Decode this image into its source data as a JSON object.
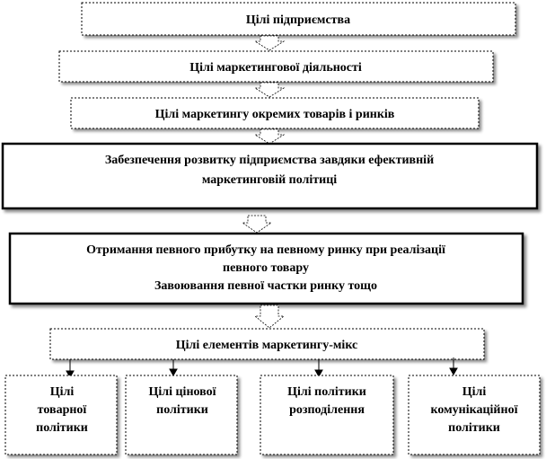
{
  "diagram": {
    "goal_enterprise": "Цілі  підприємства",
    "goal_marketing_activity": "Цілі  маркетингової діяльності",
    "goal_products_markets": "Цілі  маркетингу окремих товарів і ринків",
    "development": {
      "line1": "Забезпечення розвитку підприємства завдяки ефективній",
      "line2": "маркетинговій політиці"
    },
    "profit": {
      "line1": "Отримання певного прибутку на певному ринку при реалізації",
      "line2": "певного товару",
      "line3": "Завоювання певної частки ринку тощо"
    },
    "marketing_mix": "Цілі  елементів  маркетингу-мікс",
    "product_policy": {
      "line1": "Цілі",
      "line2": "товарної",
      "line3": "політики"
    },
    "price_policy": {
      "line1": "Цілі  цінової",
      "line2": "політики"
    },
    "distribution_policy": {
      "line1": "Цілі  політики",
      "line2": "розподілення"
    },
    "communication_policy": {
      "line1": "Цілі",
      "line2": "комунікаційної",
      "line3": "політики"
    }
  }
}
